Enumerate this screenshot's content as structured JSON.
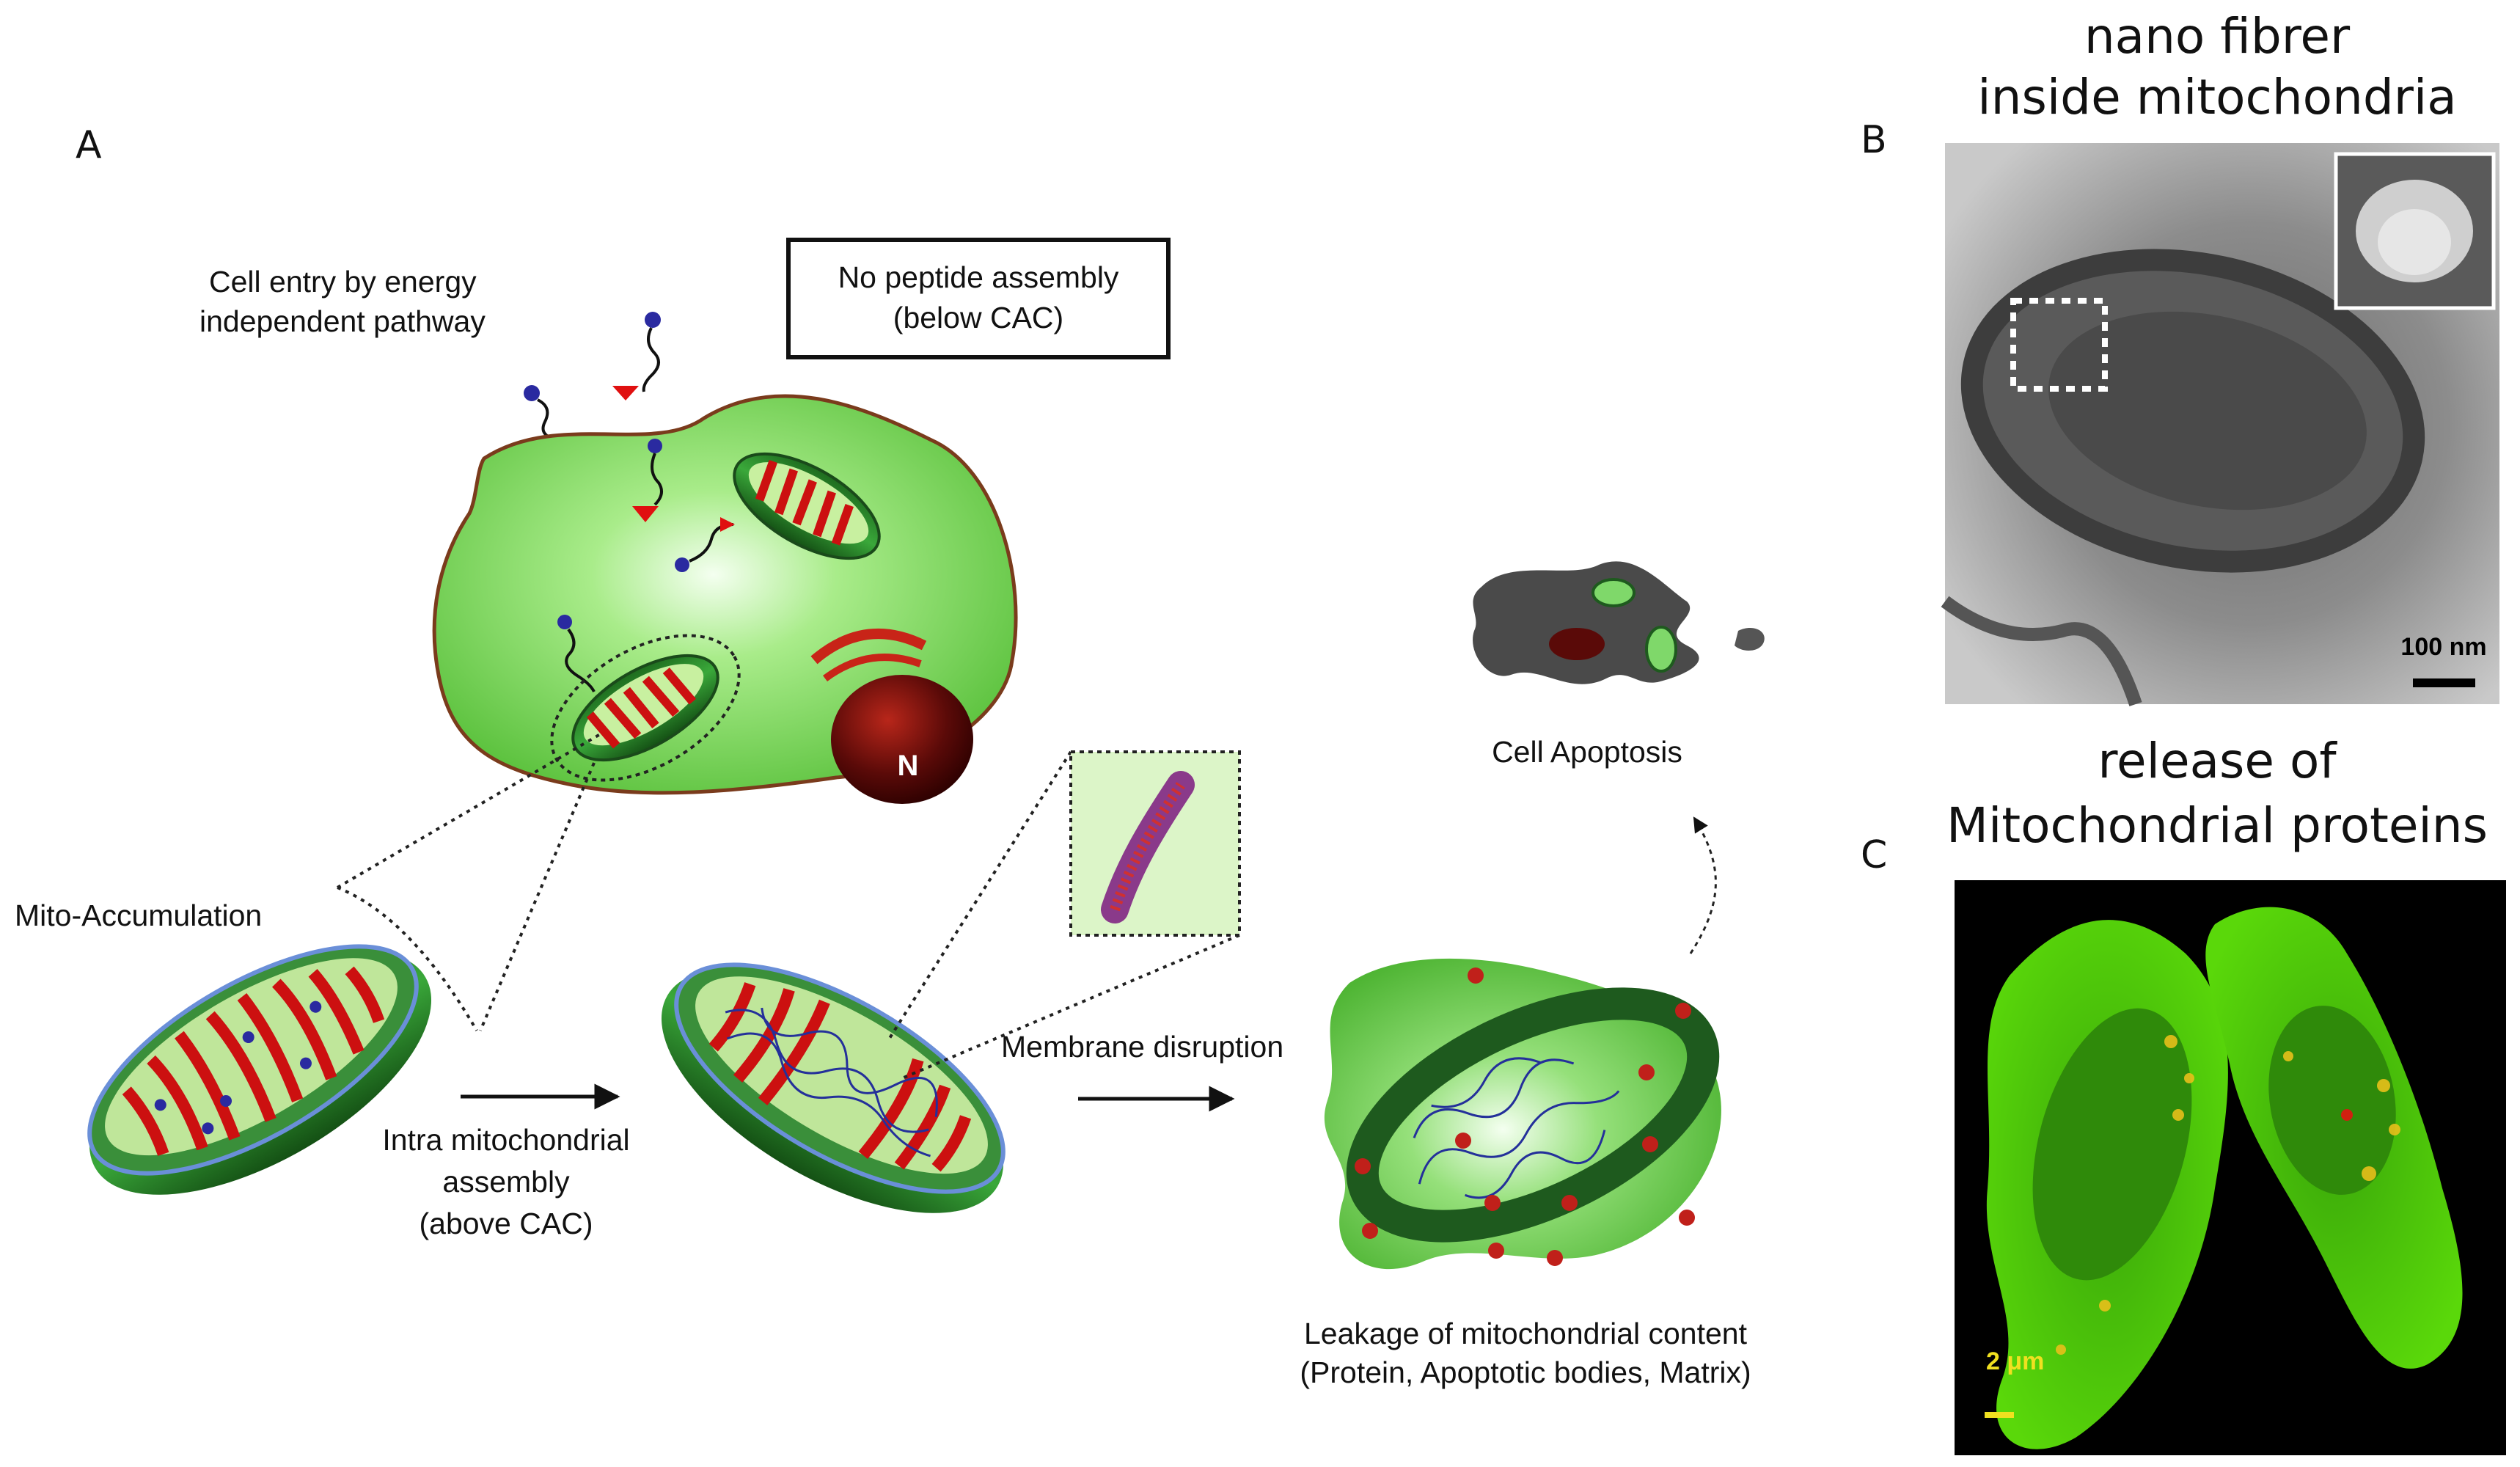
{
  "panel_a": {
    "letter": "A",
    "entry_line1": "Cell entry by energy",
    "entry_line2": "independent pathway",
    "box_line1": "No peptide assembly",
    "box_line2": "(below CAC)",
    "nucleus": "N",
    "mito_accumulation": "Mito-Accumulation",
    "intra_line1": "Intra mitochondrial",
    "intra_line2": "assembly",
    "intra_line3": "(above CAC)",
    "membrane_disruption": "Membrane disruption",
    "apoptosis": "Cell Apoptosis",
    "leakage_line1": "Leakage of mitochondrial content",
    "leakage_line2": "(Protein, Apoptotic bodies, Matrix)"
  },
  "panel_b": {
    "letter": "B",
    "title_line1": "nano fibrer",
    "title_line2": "inside mitochondria",
    "scale": "100 nm"
  },
  "panel_c": {
    "letter": "C",
    "title_line1": "release of",
    "title_line2": "Mitochondrial proteins",
    "scale": "2 μm"
  },
  "colors": {
    "cell_green": "#7ed957",
    "mito_green": "#2e8b2e",
    "cristae_red": "#cc1010",
    "peptide_blue": "#2a2aa0",
    "arrow_red": "#e01010"
  },
  "icons": [
    "peptide-icon",
    "mitochondrion-icon",
    "nucleus-icon",
    "arrow-icon"
  ]
}
